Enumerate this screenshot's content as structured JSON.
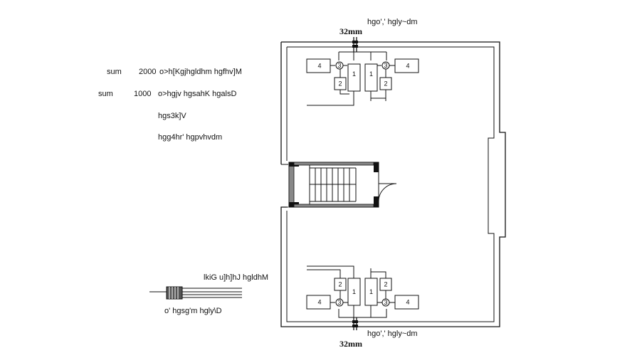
{
  "legend": {
    "row1": {
      "prefix": "sum",
      "value": "2000",
      "text": "o>h[Kgjhgldhm hgfhv]M"
    },
    "row2": {
      "prefix": "sum",
      "value": "1000",
      "text": "o>hgjv hgsahK hgalsD"
    },
    "row3": {
      "text": "hgs3k]V"
    },
    "row4": {
      "text": "hgg4hr' hgpvhvdm"
    },
    "cable_title": "lkiG u]h]hJ hgldhM",
    "cable_caption": "o' hgsg'm hgly\\D"
  },
  "plan": {
    "top_label": "hgo',' hgly~dm",
    "top_size": "32mm",
    "bottom_label": "hgo',' hgly~dm",
    "bottom_size": "32mm"
  },
  "units": {
    "label_1": "1",
    "label_2": "2",
    "label_3": "3",
    "label_4": "4"
  }
}
